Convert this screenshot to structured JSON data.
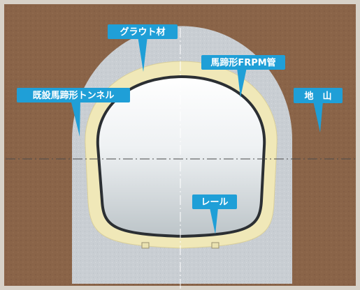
{
  "labels": {
    "grout": "グラウト材",
    "frpm_pipe": "馬蹄形FRPM管",
    "existing_tunnel": "既設馬蹄形トンネル",
    "ground": "地　山",
    "rail": "レール"
  },
  "colors": {
    "ground": "#8a6448",
    "ground_border": "#d8d2c8",
    "existing_tunnel": "#c9ced3",
    "grout": "#f0e8b8",
    "frpm_pipe": "#2b2f33",
    "interior_top": "#f8fafb",
    "interior_bottom": "#c2c9cd",
    "callout_fill": "#1f9fd7",
    "callout_text": "#ffffff",
    "centerline": "#ffffff"
  }
}
